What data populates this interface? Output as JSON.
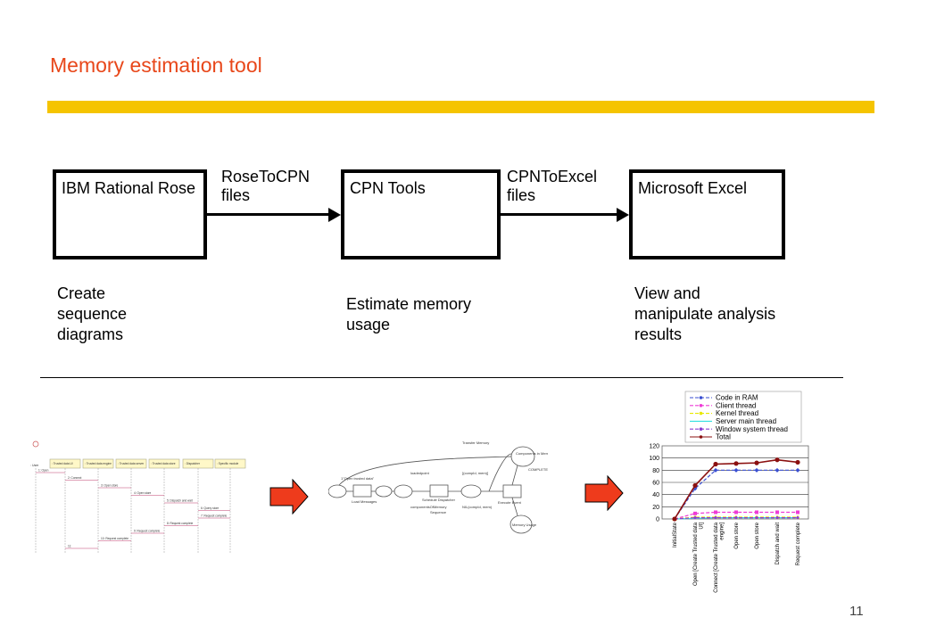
{
  "slide": {
    "title": "Memory estimation tool",
    "page_number": "11",
    "accent_color": "#e8471a",
    "bar_color": "#f5c400"
  },
  "pipeline": {
    "boxes": [
      {
        "label": "IBM Rational Rose"
      },
      {
        "label": "CPN Tools"
      },
      {
        "label": "Microsoft Excel"
      }
    ],
    "connectors": [
      {
        "label": "RoseToCPN files"
      },
      {
        "label": "CPNToExcel files"
      }
    ],
    "captions": [
      {
        "text": "Create sequence diagrams"
      },
      {
        "text": "Estimate memory usage"
      },
      {
        "text": "View and manipulate analysis results"
      }
    ]
  },
  "sequence_thumb": {
    "lifelines": [
      ": User",
      ": Trusted data UI",
      ": Trusted data engine",
      ": Trusted data server",
      ": Trusted data store",
      ": Dispatcher",
      ": Specific module"
    ],
    "messages": [
      "1: Open",
      "2: Connect",
      "3: Open store",
      "4: Open store",
      "5: Dispatch and wait",
      "6: Query store",
      "7: Request complete",
      "8: Request complete",
      "9: Request complete",
      "10: Request complete",
      "11:"
    ]
  },
  "cpn_thumb": {
    "labels": [
      "Components in Memory",
      "COMPLETE",
      "Transfer Memory",
      "Load Messages",
      "Schedule Dispatcher",
      "Execute Event",
      "Sequence",
      "Memory Usage"
    ]
  },
  "chart_data": {
    "type": "line",
    "categories": [
      "InitialState",
      "Open [Create Trusted data UI]",
      "Connect [Create Trusted data engine]",
      "Open store",
      "Open store",
      "Dispatch and wait",
      "Request complete"
    ],
    "ylim": [
      0,
      120
    ],
    "yticks": [
      0,
      20,
      40,
      60,
      80,
      100,
      120
    ],
    "grid": true,
    "legend_position": "top",
    "series": [
      {
        "name": "Code in RAM",
        "color": "#3a4fd1",
        "dash": "dashed",
        "marker": "diamond",
        "values": [
          0,
          50,
          80,
          80,
          80,
          80,
          80
        ]
      },
      {
        "name": "Client thread",
        "color": "#ee3bd6",
        "dash": "dashed",
        "marker": "square",
        "values": [
          0,
          9,
          11,
          11,
          11,
          11,
          11
        ]
      },
      {
        "name": "Kernel thread",
        "color": "#e8e800",
        "dash": "dashed",
        "marker": "triangle",
        "values": [
          0,
          3,
          3,
          3,
          3,
          3,
          3
        ]
      },
      {
        "name": "Server main thread",
        "color": "#33e0e0",
        "dash": "solid",
        "marker": "none",
        "values": [
          0,
          1,
          2,
          2,
          2,
          2,
          2
        ]
      },
      {
        "name": "Window system thread",
        "color": "#8a3fd1",
        "dash": "dashed",
        "marker": "star",
        "values": [
          0,
          2,
          2,
          2,
          2,
          2,
          2
        ]
      },
      {
        "name": "Total",
        "color": "#8b1010",
        "dash": "solid",
        "marker": "circle",
        "values": [
          0,
          55,
          90,
          91,
          92,
          97,
          93
        ]
      }
    ]
  }
}
